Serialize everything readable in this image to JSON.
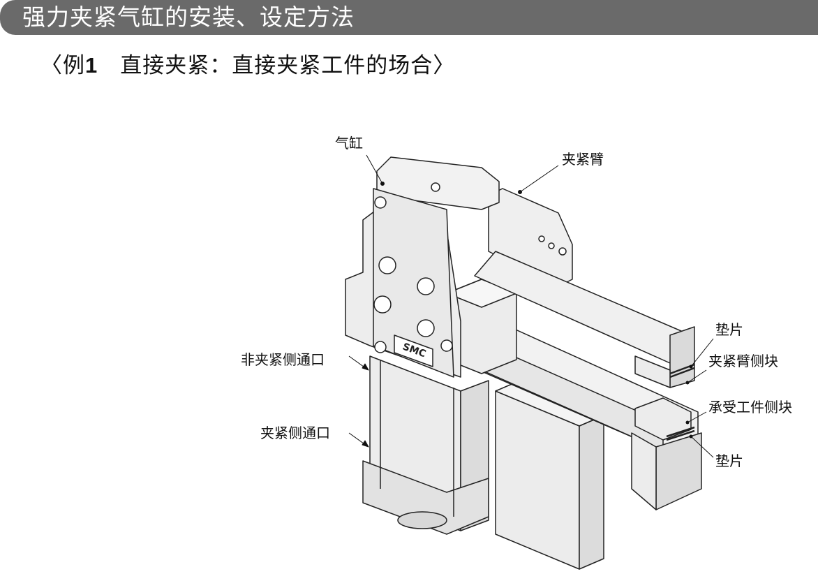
{
  "header": {
    "title": "强力夹紧气缸的安装、设定方法"
  },
  "subtitle": {
    "open": "〈例",
    "num": "1",
    "text": "　直接夹紧：直接夹紧工件的场合〉"
  },
  "diagram": {
    "logo_text": "SMC",
    "labels": {
      "cylinder": "气缸",
      "clamp_arm": "夹紧臂",
      "shim_top": "垫片",
      "arm_side_block": "夹紧臂侧块",
      "work_side_block": "承受工件侧块",
      "shim_bottom": "垫片",
      "unclamp_port": "非夹紧侧通口",
      "clamp_port": "夹紧侧通口"
    }
  }
}
